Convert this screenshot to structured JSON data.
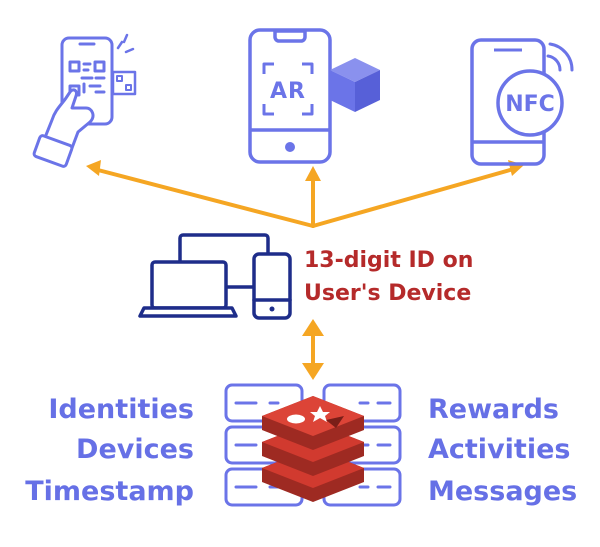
{
  "center_label": {
    "line1": "13-digit ID on",
    "line2": "User's Device"
  },
  "top_devices": {
    "ar_label": "AR",
    "nfc_label": "NFC"
  },
  "left_labels": [
    "Identities",
    "Devices",
    "Timestamp"
  ],
  "right_labels": [
    "Rewards",
    "Activities",
    "Messages"
  ],
  "colors": {
    "icon_purple": "#6b74e8",
    "icon_navy": "#1e2d8a",
    "arrow_orange": "#f5a623",
    "label_red": "#b52a2a",
    "label_purple": "#6670e6",
    "redis_red": "#d13a2f"
  }
}
